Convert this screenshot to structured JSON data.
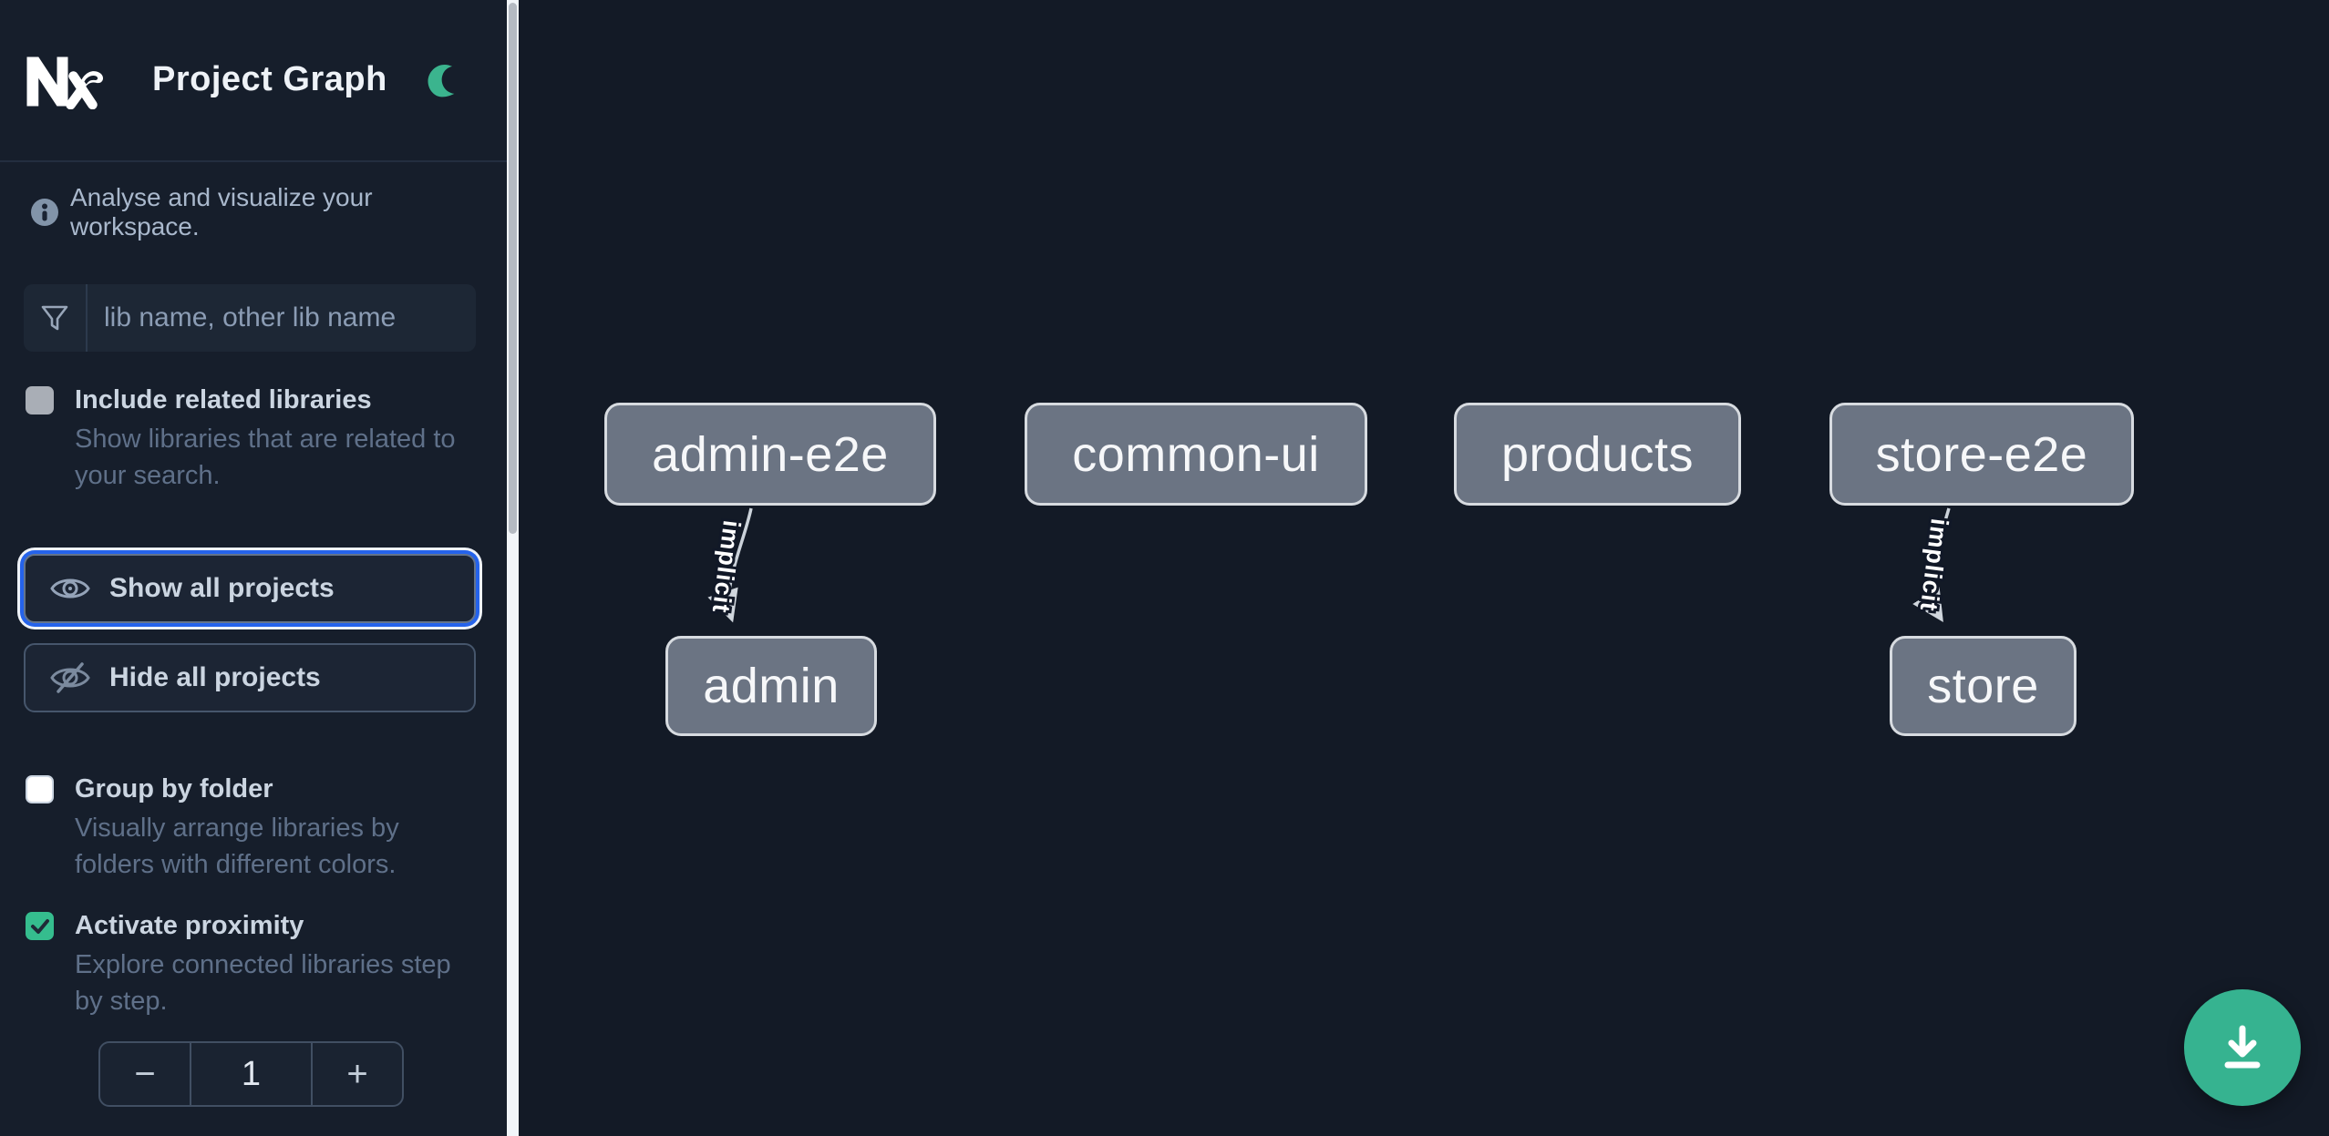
{
  "header": {
    "title": "Project Graph",
    "logo": "nx-logo",
    "theme_icon": "moon-icon"
  },
  "sidebar": {
    "tagline": "Analyse and visualize your workspace.",
    "filter_placeholder": "lib name, other lib name",
    "filter_value": "",
    "include_related": {
      "label": "Include related libraries",
      "description": "Show libraries that are related to your search.",
      "checked": false,
      "disabled": true
    },
    "show_all_label": "Show all projects",
    "hide_all_label": "Hide all projects",
    "group_by_folder": {
      "label": "Group by folder",
      "description": "Visually arrange libraries by folders with different colors.",
      "checked": false
    },
    "proximity": {
      "label": "Activate proximity",
      "description": "Explore connected libraries step by step.",
      "checked": true,
      "decrement": "−",
      "value": "1",
      "increment": "+"
    }
  },
  "graph": {
    "nodes": [
      {
        "label": "admin-e2e"
      },
      {
        "label": "common-ui"
      },
      {
        "label": "products"
      },
      {
        "label": "store-e2e"
      },
      {
        "label": "admin"
      },
      {
        "label": "store"
      }
    ],
    "edges": [
      {
        "from": "admin-e2e",
        "to": "admin",
        "label": "implicit"
      },
      {
        "from": "store-e2e",
        "to": "store",
        "label": "implicit"
      }
    ]
  },
  "fab": {
    "icon": "download-icon"
  },
  "colors": {
    "accent_green": "#36b390",
    "focus_blue": "#2563eb",
    "node_fill": "#6b7483",
    "node_border": "#d7dbe0",
    "sidebar_bg": "#161e2b",
    "canvas_bg": "#131a26"
  }
}
